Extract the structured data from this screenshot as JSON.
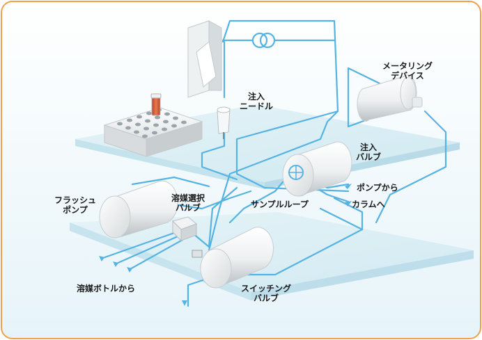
{
  "labels": {
    "metering_device": [
      "メータリング",
      "デバイス"
    ],
    "injection_needle": [
      "注入",
      "ニードル"
    ],
    "injection_valve": [
      "注入",
      "バルブ"
    ],
    "from_pump": "ポンプから",
    "to_column": "カラムへ",
    "sample_loop": "サンプルループ",
    "flush_pump": [
      "フラッシュ",
      "ポンプ"
    ],
    "solvent_select_valve": [
      "溶媒選択",
      "バルブ"
    ],
    "from_solvent_bottles": "溶媒ボトルから",
    "switching_valve": [
      "スイッチング",
      "バルブ"
    ]
  },
  "colors": {
    "frame_border": "#f0a04a",
    "background_top": "#ffffff",
    "background_bottom": "#e9f6fa",
    "plate": "#d3ecf3",
    "plate_edge": "#9ccfe0",
    "tubing": "#55b3e2",
    "component_fill": "#f4f6f7",
    "sample_vial": "#d9603b"
  },
  "icons": [
    "cylinder-device",
    "syringe-needle",
    "sample-tray",
    "valve-cross-section",
    "flow-arrow"
  ]
}
